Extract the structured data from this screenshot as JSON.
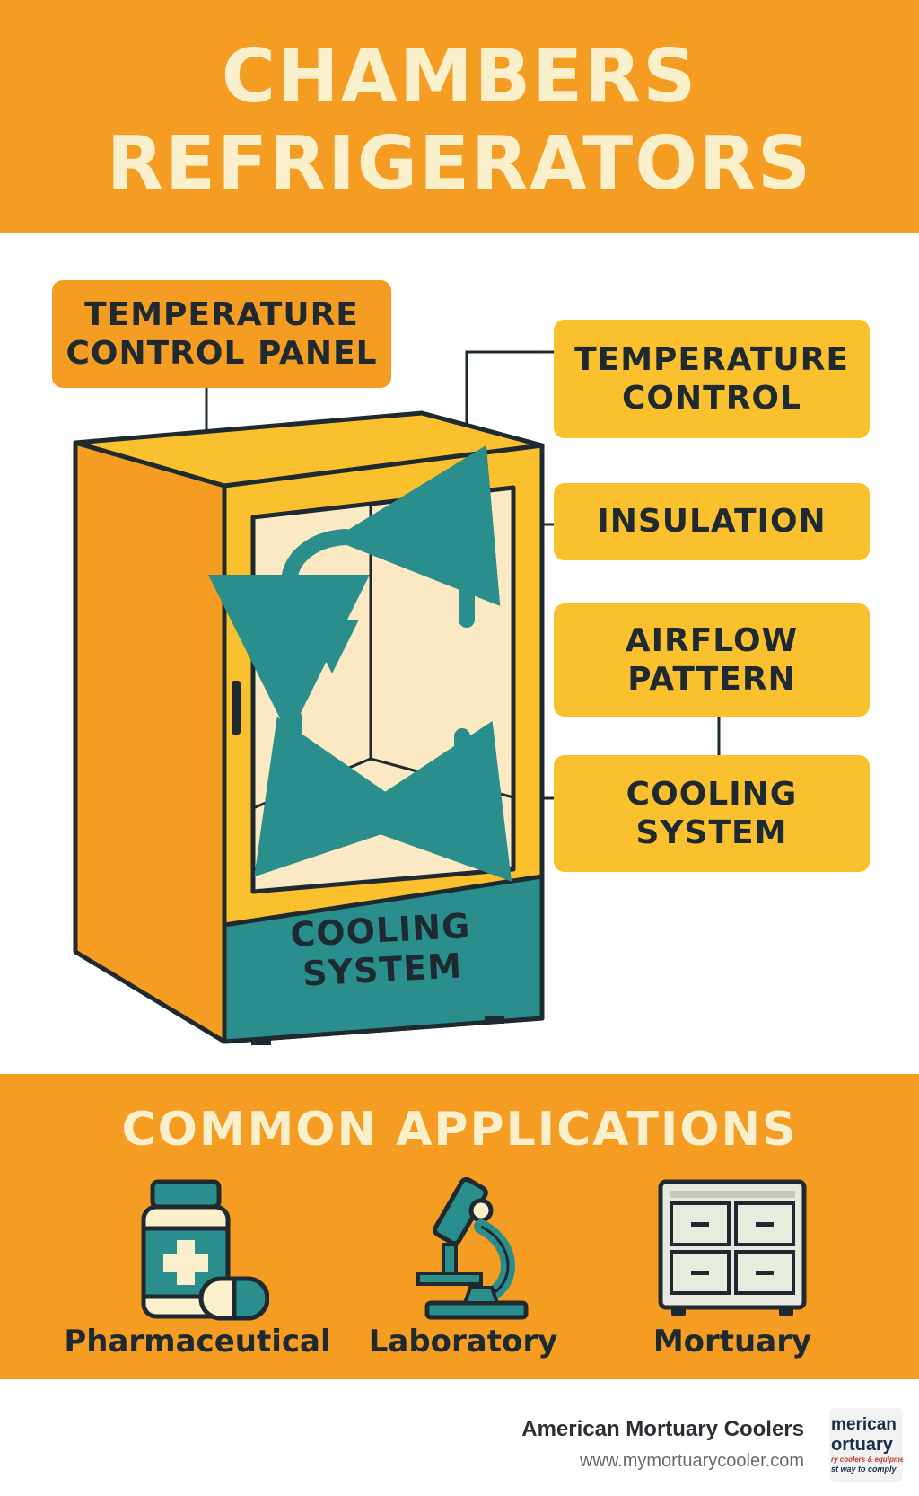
{
  "header": {
    "title_line1": "CHAMBERS",
    "title_line2": "REFRIGERATORS"
  },
  "diagram": {
    "labels": {
      "temperature_control_panel": "TEMPERATURE\nCONTROL PANEL",
      "temperature_control": "TEMPERATURE\nCONTROL",
      "insulation": "INSULATION",
      "airflow_pattern": "AIRFLOW\nPATTERN",
      "cooling_system": "COOLING\nSYSTEM"
    },
    "fridge_base_label": "COOLING\nSYSTEM"
  },
  "applications": {
    "title": "COMMON APPLICATIONS",
    "items": [
      {
        "label": "Pharmaceutical",
        "icon": "medicine-bottle-icon"
      },
      {
        "label": "Laboratory",
        "icon": "microscope-icon"
      },
      {
        "label": "Mortuary",
        "icon": "mortuary-cabinet-icon"
      }
    ]
  },
  "footer": {
    "company": "American Mortuary Coolers",
    "url": "www.mymortuarycooler.com",
    "logo_text": {
      "line1": "merican",
      "line2": "ortuary",
      "line3": "ry coolers & equipment",
      "line4": "st way to comply"
    }
  },
  "colors": {
    "orange": "#f59d23",
    "yellow": "#fbc02d",
    "teal": "#2a8f8c",
    "cream": "#fbf0cc",
    "dark": "#1e2a2f"
  }
}
